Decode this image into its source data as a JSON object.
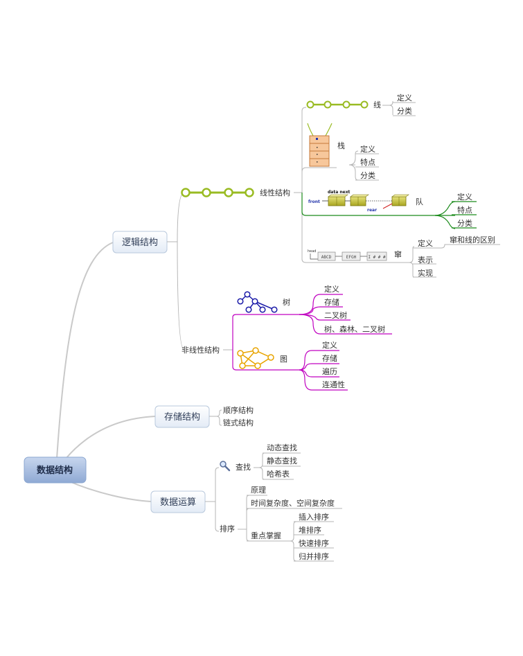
{
  "root": {
    "label": "数据结构"
  },
  "logic": {
    "label": "逻辑结构",
    "linear": {
      "label": "线性结构",
      "line": {
        "label": "线",
        "children": [
          "定义",
          "分类"
        ]
      },
      "stack": {
        "label": "栈",
        "children": [
          "定义",
          "特点",
          "分类"
        ]
      },
      "queue": {
        "label": "队",
        "children": [
          "定义",
          "特点",
          "分类"
        ],
        "diagram": {
          "front": "front",
          "data_next": "data next",
          "rear": "rear"
        }
      },
      "string": {
        "label": "窜",
        "children": [
          "定义",
          "表示",
          "实现"
        ],
        "define_child": "窜和线的区别",
        "diagram": {
          "head": "head",
          "cells": [
            "ABCD",
            "EFGH",
            "I # # #"
          ]
        }
      }
    },
    "nonlinear": {
      "label": "非线性结构",
      "tree": {
        "label": "树",
        "children": [
          "定义",
          "存储",
          "二叉树",
          "树、森林、二叉树"
        ]
      },
      "graph": {
        "label": "图",
        "children": [
          "定义",
          "存储",
          "遍历",
          "连通性"
        ]
      }
    }
  },
  "storage": {
    "label": "存储结构",
    "children": [
      "顺序结构",
      "链式结构"
    ]
  },
  "ops": {
    "label": "数据运算",
    "search": {
      "label": "查找",
      "children": [
        "动态查找",
        "静态查找",
        "哈希表"
      ]
    },
    "sort": {
      "label": "排序",
      "children": [
        "原理",
        "时间复杂度、空间复杂度",
        "重点掌握"
      ],
      "focus": [
        "插入排序",
        "堆排序",
        "快速排序",
        "归并排序"
      ]
    }
  },
  "colors": {
    "branch": "#c9c9c9",
    "connector": "#b5b5b5",
    "queue_connector": "#1a8a1a",
    "nonlinear_connector": "#c000c0",
    "line_icon": "#99bb22",
    "tree_icon": "#1a1aa8",
    "graph_icon": "#e8a400"
  }
}
